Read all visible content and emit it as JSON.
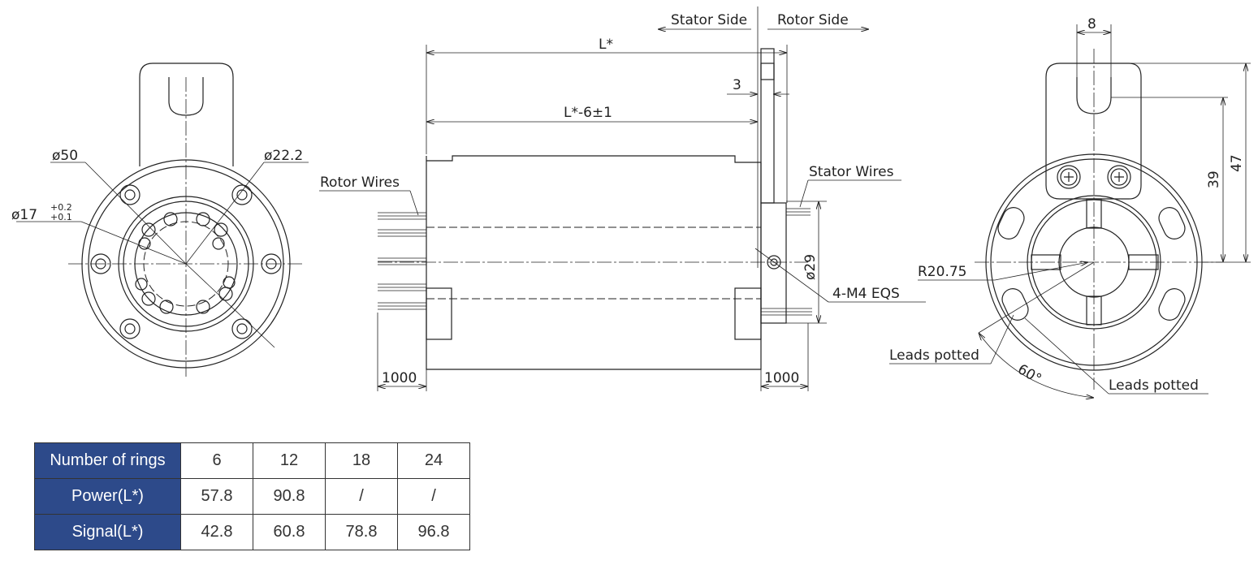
{
  "labels": {
    "stator_side": "Stator Side",
    "rotor_side": "Rotor Side",
    "L": "L*",
    "L_minus": "L*-6±1",
    "dim_3": "3",
    "rotor_wires": "Rotor Wires",
    "stator_wires": "Stator Wires",
    "phi50": "ø50",
    "phi22": "ø22.2",
    "phi17": "ø17",
    "tol_upper": "+0.2",
    "tol_lower": "+0.1",
    "phi29": "ø29",
    "m4": "4-M4 EQS",
    "len_left": "1000",
    "len_right": "1000",
    "dim_8": "8",
    "dim_39": "39",
    "dim_47": "47",
    "r2075": "R20.75",
    "leads1": "Leads potted",
    "leads2": "Leads potted",
    "angle": "60°"
  },
  "table": {
    "rows": [
      {
        "header": "Number of rings",
        "values": [
          "6",
          "12",
          "18",
          "24"
        ]
      },
      {
        "header": "Power(L*)",
        "values": [
          "57.8",
          "90.8",
          "/",
          "/"
        ]
      },
      {
        "header": "Signal(L*)",
        "values": [
          "42.8",
          "60.8",
          "78.8",
          "96.8"
        ]
      }
    ]
  },
  "colors": {
    "header_bg": "#2d4a8a",
    "line": "#222222"
  }
}
